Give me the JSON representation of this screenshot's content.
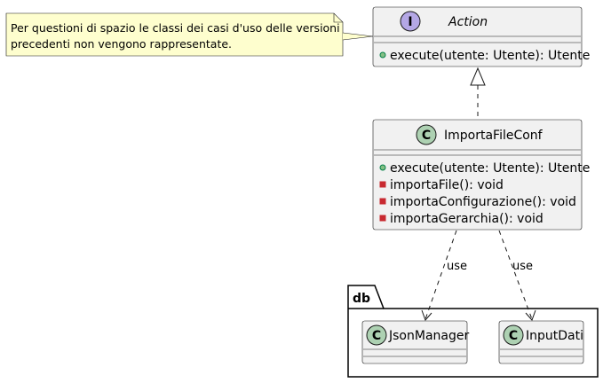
{
  "colors": {
    "class_fill": "#f1f1f1",
    "border": "#181818",
    "interface_badge": "#b4a7e5",
    "class_badge": "#add1b2",
    "note_fill": "#fefece",
    "public_marker": "#84be84",
    "private_marker": "#c82930"
  },
  "note": {
    "line1": "Per questioni di spazio le classi dei casi d'uso delle versioni",
    "line2": "precedenti non vengono rappresentate."
  },
  "action": {
    "badge": "I",
    "name": "Action",
    "methods": [
      {
        "visibility": "public",
        "text": "execute(utente: Utente): Utente"
      }
    ]
  },
  "importa": {
    "badge": "C",
    "name": "ImportaFileConf",
    "methods": [
      {
        "visibility": "public",
        "text": "execute(utente: Utente): Utente"
      },
      {
        "visibility": "private",
        "text": "importaFile(): void"
      },
      {
        "visibility": "private",
        "text": "importaConfigurazione(): void"
      },
      {
        "visibility": "private",
        "text": "importaGerarchia(): void"
      }
    ]
  },
  "package": {
    "name": "db"
  },
  "json_manager": {
    "badge": "C",
    "name": "JsonManager"
  },
  "input_dati": {
    "badge": "C",
    "name": "InputDati"
  },
  "relations": {
    "use_left": "use",
    "use_right": "use"
  }
}
